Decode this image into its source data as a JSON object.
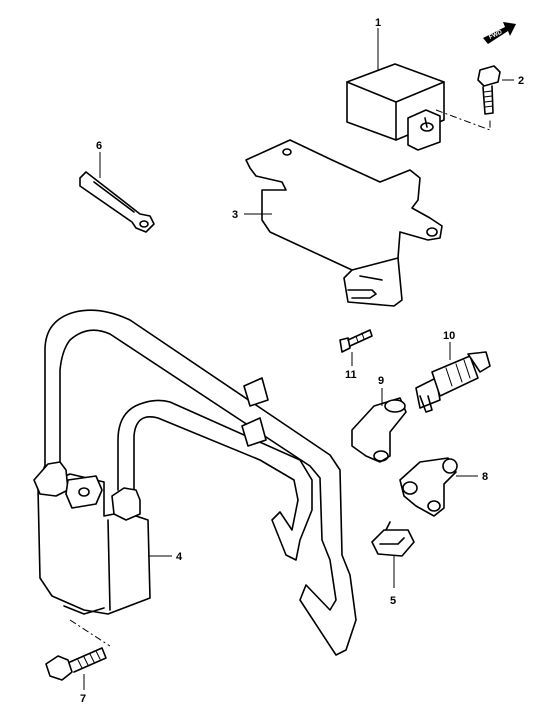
{
  "callouts": {
    "c1": "1",
    "c2": "2",
    "c3": "3",
    "c4": "4",
    "c5": "5",
    "c6": "6",
    "c7": "7",
    "c8": "8",
    "c9": "9",
    "c10": "10",
    "c11": "11"
  },
  "fwd_label": "FWD"
}
